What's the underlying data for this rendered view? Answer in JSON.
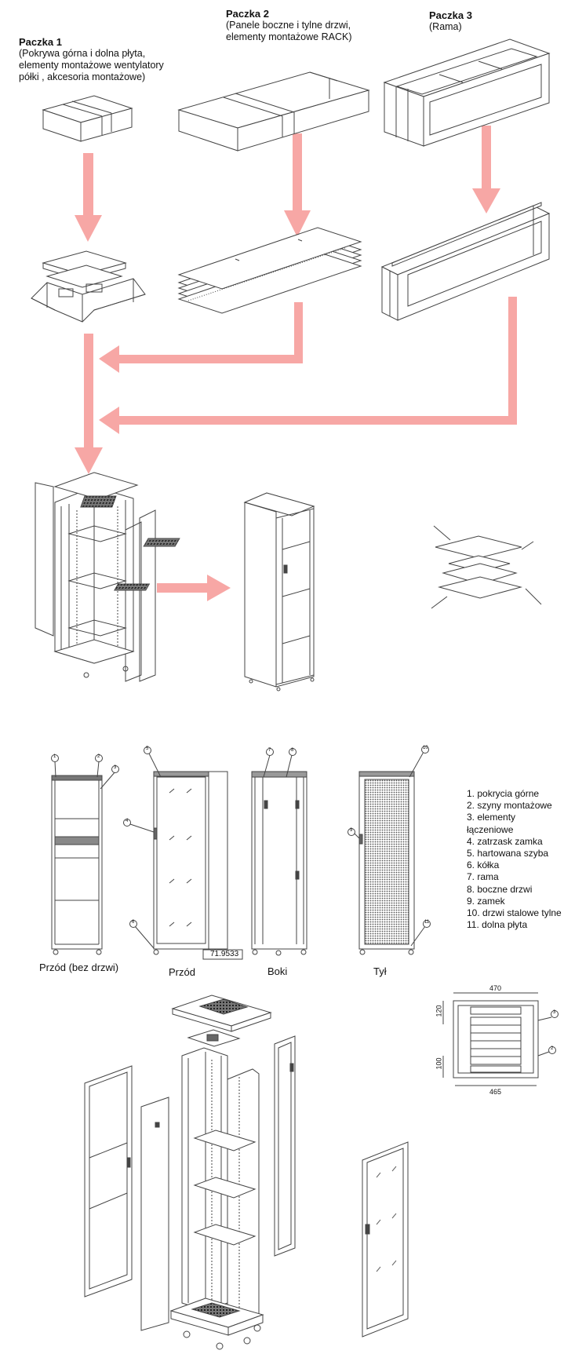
{
  "packages": [
    {
      "title": "Paczka 1",
      "desc": [
        "(Pokrywa górna i dolna płyta,",
        "elementy montażowe wentylatory",
        "półki , akcesoria montażowe)"
      ]
    },
    {
      "title": "Paczka 2",
      "desc": [
        "(Panele boczne i tylne drzwi,",
        "elementy montażowe RACK)"
      ]
    },
    {
      "title": "Paczka 3",
      "desc": [
        "(Rama)"
      ]
    }
  ],
  "views": [
    {
      "label": "Przód (bez drzwi)",
      "callouts": [
        "1",
        "2",
        "3"
      ]
    },
    {
      "label": "Przód",
      "callouts": [
        "5",
        "4",
        "6"
      ],
      "measure": "71.9533"
    },
    {
      "label": "Boki",
      "callouts": [
        "7",
        "8"
      ]
    },
    {
      "label": "Tył",
      "callouts": [
        "10",
        "9",
        "11"
      ]
    }
  ],
  "legend": [
    "1. pokrycia górne",
    "2. szyny montażowe",
    "3. elementy łączeniowe",
    "4. zatrzask zamka",
    "5. hartowana szyba",
    "6. kółka",
    "7. rama",
    "8. boczne drzwi",
    "9. zamek",
    "10. drzwi stalowe tylne",
    "11. dolna płyta"
  ],
  "top_view": {
    "width_top": "470",
    "width_bottom": "465",
    "depth_top": "120",
    "depth_bottom": "100",
    "callouts": [
      "3",
      "2"
    ]
  },
  "colors": {
    "arrow": "#f7a7a5",
    "line": "#444444"
  }
}
